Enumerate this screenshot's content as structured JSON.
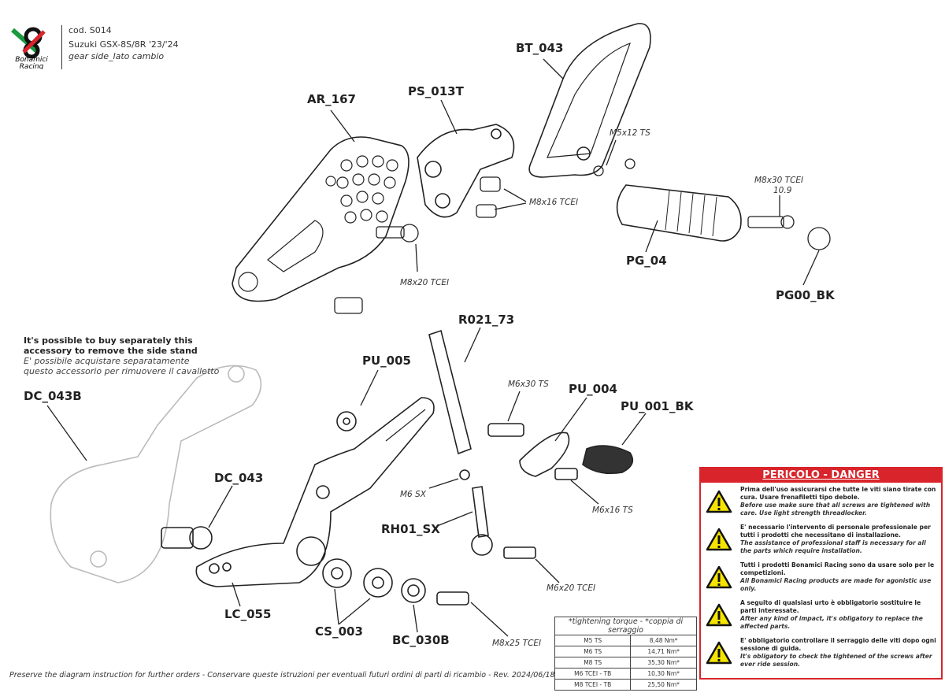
{
  "header": {
    "brand": "Bonamici Racing",
    "brand_line1": "Bonamici",
    "brand_line2": "Racing",
    "code": "cod. S014",
    "model": "Suzuki GSX-8S/8R '23/'24",
    "side": "gear side_lato cambio",
    "brand_colors": {
      "green": "#1a9a3c",
      "red": "#d8242a",
      "black": "#111111"
    }
  },
  "parts": {
    "BT_043": "BT_043",
    "AR_167": "AR_167",
    "PS_013T": "PS_013T",
    "PG_04": "PG_04",
    "PG00_BK": "PG00_BK",
    "R021_73": "R021_73",
    "PU_005": "PU_005",
    "PU_004": "PU_004",
    "PU_001_BK": "PU_001_BK",
    "DC_043B": "DC_043B",
    "DC_043": "DC_043",
    "RH01_SX": "RH01_SX",
    "LC_055": "LC_055",
    "CS_003": "CS_003",
    "BC_030B": "BC_030B"
  },
  "screws": {
    "m5x12": "M5x12 TS",
    "m8x16": "M8x16 TCEI",
    "m8x30": "M8x30 TCEI",
    "m8x30_class": "10.9",
    "m8x20": "M8x20 TCEI",
    "m6x30": "M6x30 TS",
    "m6sx": "M6 SX",
    "m6x16": "M6x16 TS",
    "m6x20": "M6x20 TCEI",
    "m8x25": "M8x25 TCEI"
  },
  "note": {
    "en1": "It's possible to buy separately this",
    "en2": "accessory to remove the side stand",
    "it1": "E' possibile acquistare separatamente",
    "it2": "questo accessorio per rimuovere il cavalletto"
  },
  "danger": {
    "title": "PERICOLO - DANGER",
    "color": "#d8242a",
    "items": [
      {
        "it": "Prima dell'uso assicurarsi che tutte le viti siano tirate con cura. Usare frenafiletti tipo debole.",
        "en": "Before use make sure that all screws are tightened with care. Use light strength threadlocker."
      },
      {
        "it": "E' necessario l'intervento di personale professionale per tutti i prodotti che necessitano di installazione.",
        "en": "The assistance of professional staff is necessary for all the parts which require installation."
      },
      {
        "it": "Tutti i prodotti Bonamici Racing sono da usare solo per le competizioni.",
        "en": "All Bonamici Racing products are made for agonistic use only."
      },
      {
        "it": "A seguito di qualsiasi urto è obbligatorio sostituire le parti interessate.",
        "en": "After any kind of impact, it's obligatory to replace the affected parts."
      },
      {
        "it": "E' obbligatorio controllare il serraggio delle viti dopo ogni sessione di guida.",
        "en": "It's obligatory to check the tightened of the screws after ever ride session."
      }
    ]
  },
  "torque": {
    "title": "*tightening torque - *coppia di serraggio",
    "rows": [
      [
        "M5 TS",
        "8,48 Nm*"
      ],
      [
        "M6 TS",
        "14,71 Nm*"
      ],
      [
        "M8 TS",
        "35,30 Nm*"
      ],
      [
        "M6 TCEI - TB",
        "10,30 Nm*"
      ],
      [
        "M8 TCEI - TB",
        "25,50 Nm*"
      ]
    ]
  },
  "footer": "Preserve the diagram instruction for further orders - Conservare queste istruzioni per eventuali futuri ordini di parti di ricambio - Rev. 2024/06/18"
}
